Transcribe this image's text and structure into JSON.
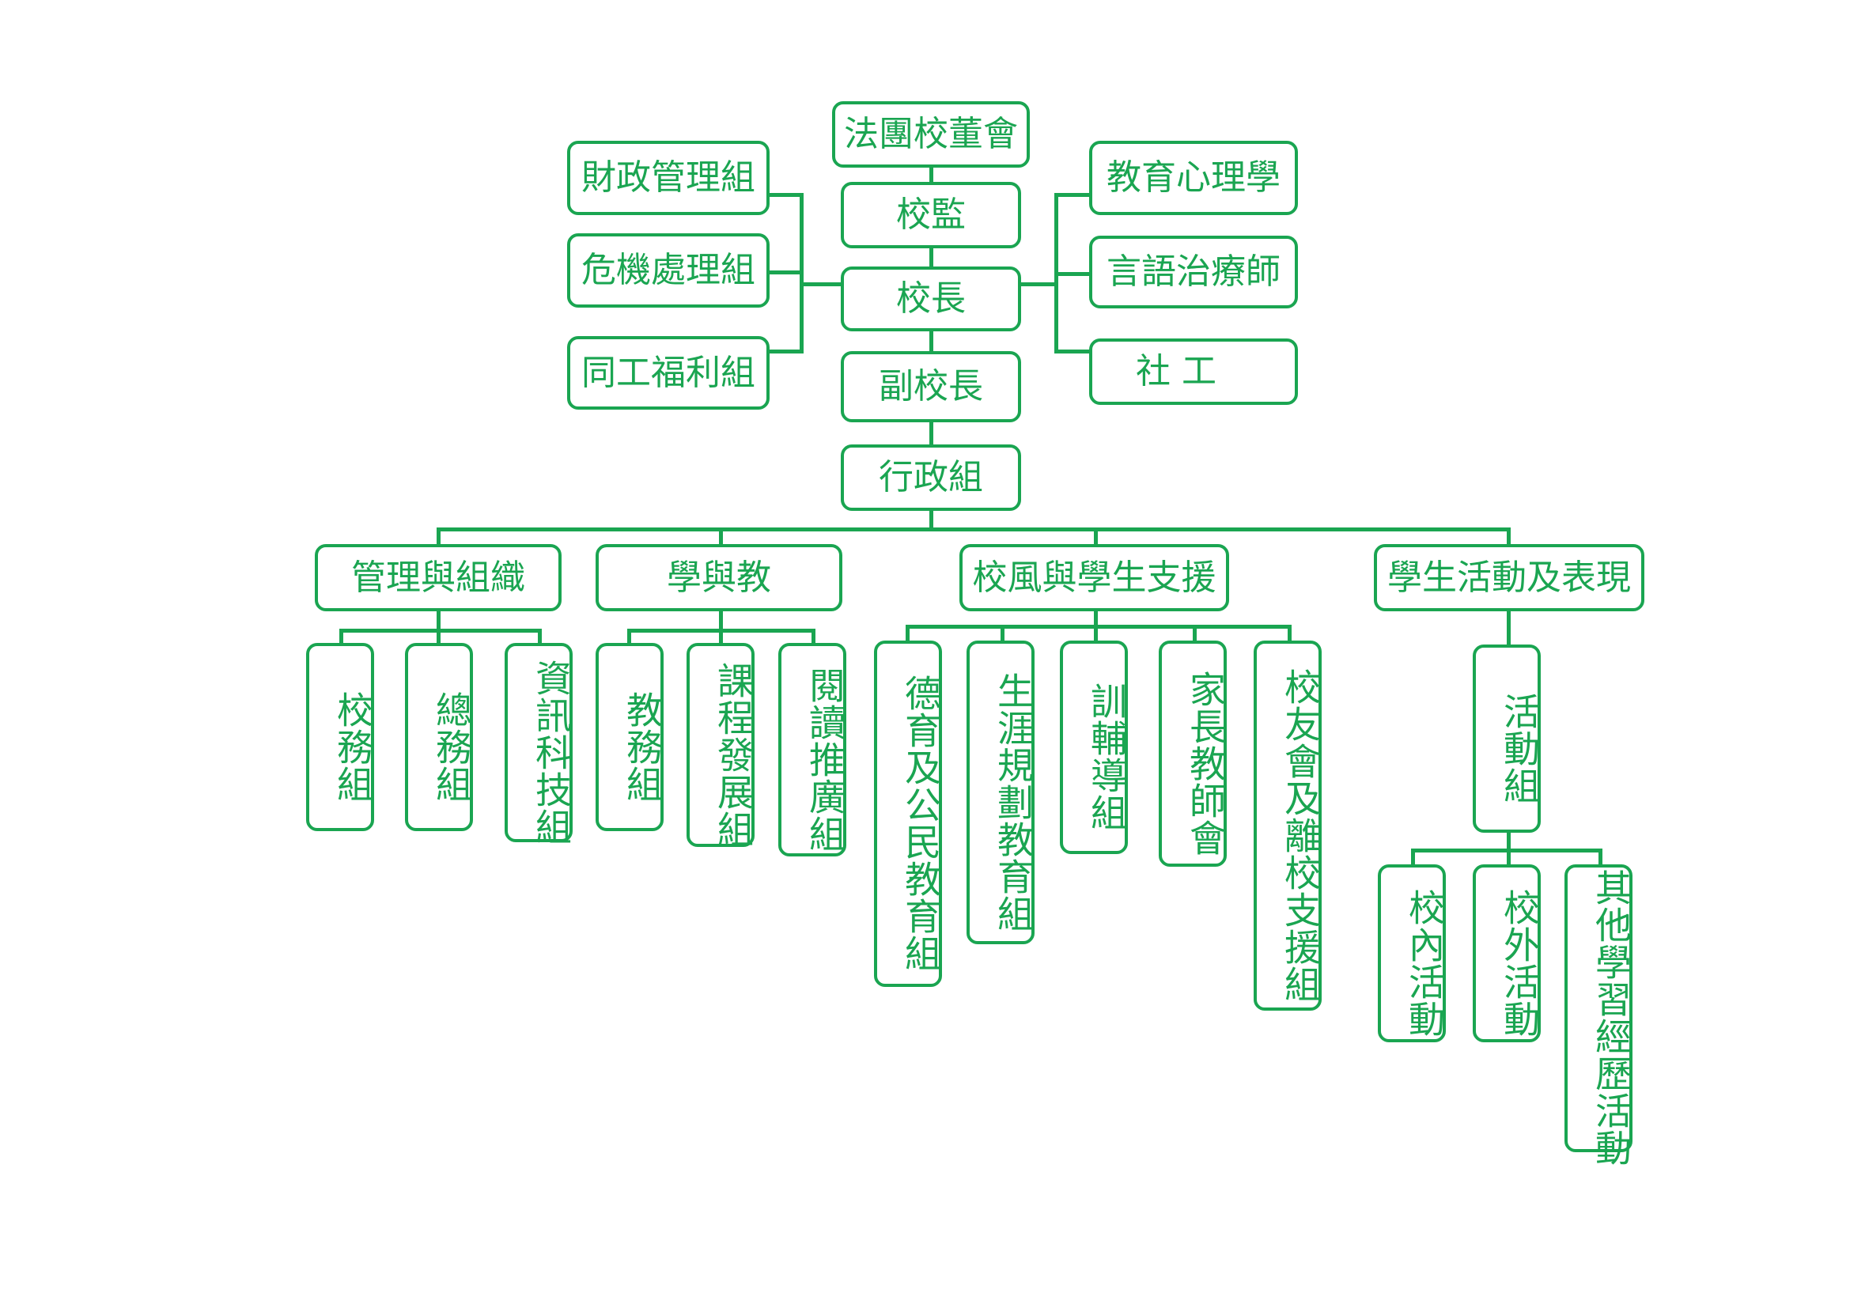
{
  "diagram": {
    "top_chain": {
      "board": "法團校董會",
      "supervisor": "校監",
      "principal": "校長",
      "vice_principal": "副校長",
      "admin": "行政組"
    },
    "left_groups": [
      "財政管理組",
      "危機處理組",
      "同工福利組"
    ],
    "right_groups": [
      "教育心理學",
      "言語治療師",
      "社 工"
    ],
    "divisions": [
      {
        "title": "管理與組織",
        "units": [
          "校務組",
          "總務組",
          "資訊科技組"
        ]
      },
      {
        "title": "學與教",
        "units": [
          "教務組",
          "課程發展組",
          "閱讀推廣組"
        ]
      },
      {
        "title": "校風與學生支援",
        "units": [
          "德育及公民教育組",
          "生涯規劃教育組",
          "訓輔導組",
          "家長教師會",
          "校友會及離校支援組"
        ]
      },
      {
        "title": "學生活動及表現",
        "units": [
          "活動組"
        ]
      }
    ],
    "activity_sub": [
      "校內活動",
      "校外活動",
      "其他學習經歷活動"
    ]
  },
  "colors": {
    "line": "#1aa551",
    "text": "#1aa551",
    "background": "#ffffff"
  }
}
